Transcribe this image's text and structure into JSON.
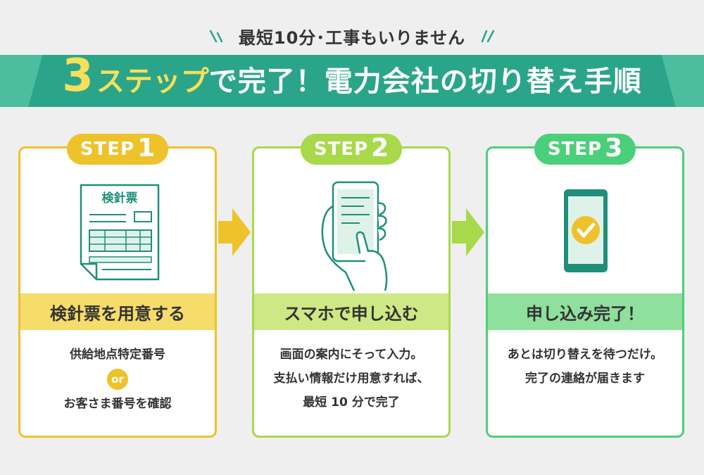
{
  "header": {
    "subtitle": "最短10分･工事もいりません",
    "title_number": "3",
    "title_accent": "ステップ",
    "title_rest": "で完了！電力会社の切り替え手順"
  },
  "steps": [
    {
      "badge_word": "STEP",
      "badge_num": "1",
      "doc_label": "検針票",
      "band_label": "検針票を用意する",
      "line1": "供給地点特定番号",
      "or_label": "or",
      "line2": "お客さま番号を確認"
    },
    {
      "badge_word": "STEP",
      "badge_num": "2",
      "band_label": "スマホで申し込む",
      "line1": "画面の案内にそって入力。",
      "line2": "支払い情報だけ用意すれば、",
      "line3": "最短 10 分で完了"
    },
    {
      "badge_word": "STEP",
      "badge_num": "3",
      "band_label": "申し込み完了！",
      "line1": "あとは切り替えを待つだけ。",
      "line2": "完了の連絡が届きます"
    }
  ],
  "colors": {
    "step1": "#eec22a",
    "step2": "#a7d94a",
    "step3": "#4ccf7a",
    "banner": "#2aa58a",
    "title_accent": "#f6e05a",
    "outline": "#1f8f7a"
  }
}
